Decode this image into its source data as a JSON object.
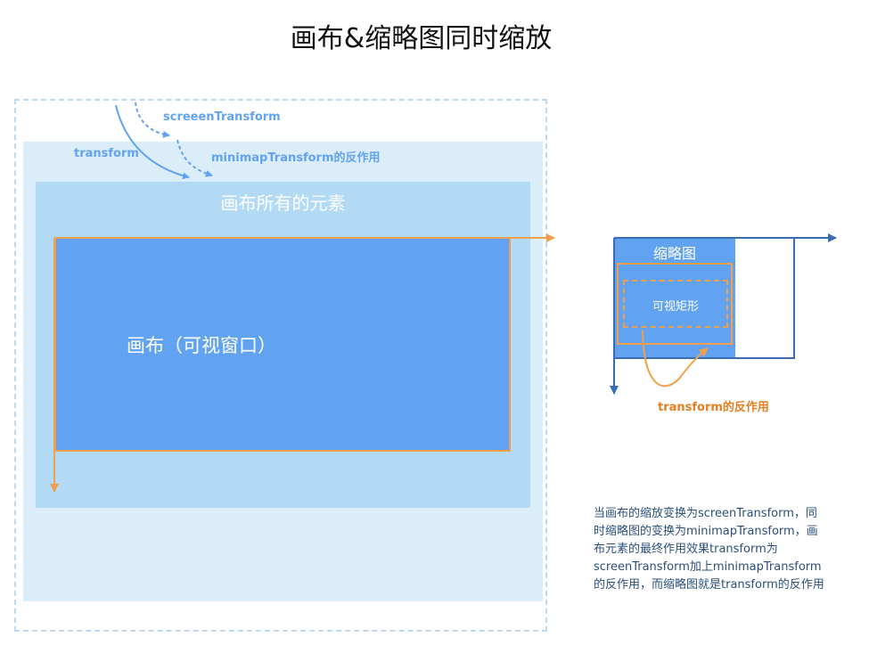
{
  "title": "画布&缩略图同时缩放",
  "labels": {
    "screen_transform": "screeenTransform",
    "transform": "transform",
    "minimap_transform_inverse": "minimapTransform的反作用",
    "all_elements": "画布所有的元素",
    "canvas_viewport": "画布（可视窗口）",
    "minimap": "缩略图",
    "visible_rect": "可视矩形",
    "transform_inverse": "transform的反作用"
  },
  "explanation": "当画布的缩放变换为screenTransform，同时缩略图的变换为minimapTransform，画布元素的最终作用效果transform为screenTransform加上minimapTransform的反作用，而缩略图就是transform的反作用",
  "colors": {
    "light_blue_bg": "#dcedfa",
    "mid_blue_bg": "#b3daf4",
    "canvas_blue": "#62a3f1",
    "dark_blue_axis": "#3a6cb4",
    "orange": "#f0a04b",
    "orange_text": "#e57e1f"
  }
}
